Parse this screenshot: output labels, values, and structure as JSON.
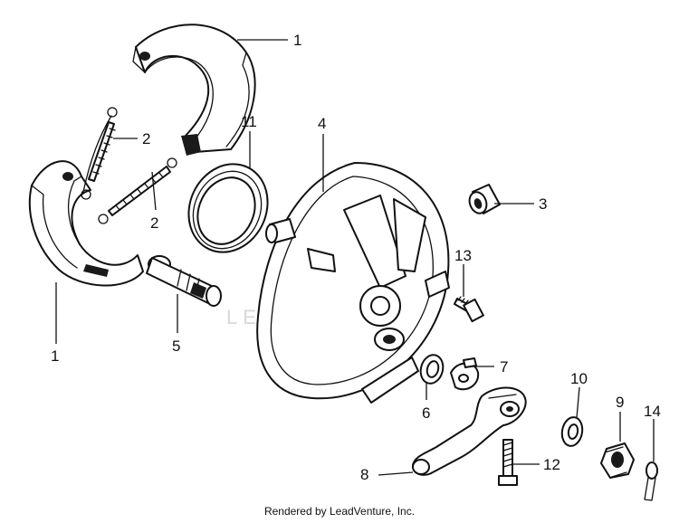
{
  "diagram": {
    "watermark": "LEADVENTURE",
    "footer": "Rendered by LeadVenture, Inc.",
    "callouts": {
      "shoe_top": "1",
      "shoe_left": "1",
      "spring_upper": "2",
      "spring_lower": "2",
      "cap": "3",
      "panel": "4",
      "cam": "5",
      "washer_6": "6",
      "indicator": "7",
      "arm": "8",
      "nut": "9",
      "washer_10": "10",
      "seal": "11",
      "bolt_12": "12",
      "bolt_13": "13",
      "pin": "14"
    }
  }
}
